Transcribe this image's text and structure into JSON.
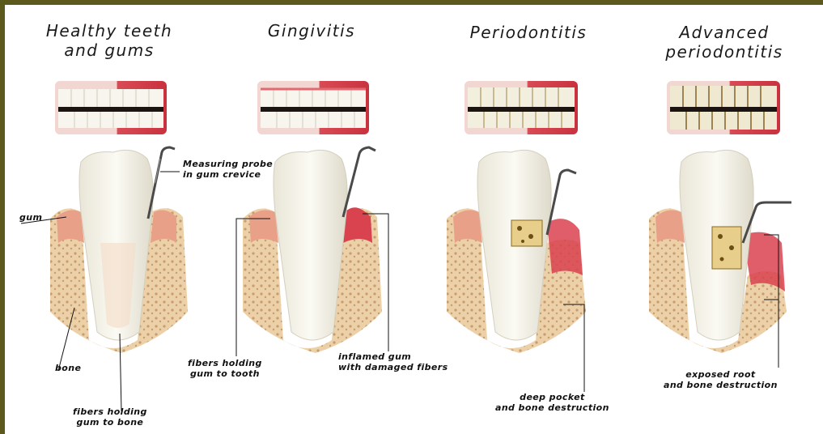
{
  "stages": [
    {
      "title_line1": "Healthy teeth",
      "title_line2": "and gums"
    },
    {
      "title_line1": "Gingivitis",
      "title_line2": ""
    },
    {
      "title_line1": "Periodontitis",
      "title_line2": ""
    },
    {
      "title_line1": "Advanced",
      "title_line2": "periodontitis"
    }
  ],
  "labels": {
    "probe_line1": "Measuring probe",
    "probe_line2": "in gum crevice",
    "gum": "gum",
    "bone": "bone",
    "fibers_bone_line1": "fibers holding",
    "fibers_bone_line2": "gum to bone",
    "fibers_tooth_line1": "fibers holding",
    "fibers_tooth_line2": "gum to tooth",
    "inflamed_line1": "inflamed gum",
    "inflamed_line2": "with damaged fibers",
    "pocket_line1": "deep pocket",
    "pocket_line2": "and  bone destruction",
    "root_line1": "exposed root",
    "root_line2": "and bone destruction"
  },
  "colors": {
    "frame": "#5b5a1c",
    "gum_healthy": "#e9a089",
    "gum_inflamed": "#d9424f",
    "bone": "#e9c79e",
    "tooth": "#f4f2e9",
    "tartar": "#8a6a1e"
  }
}
